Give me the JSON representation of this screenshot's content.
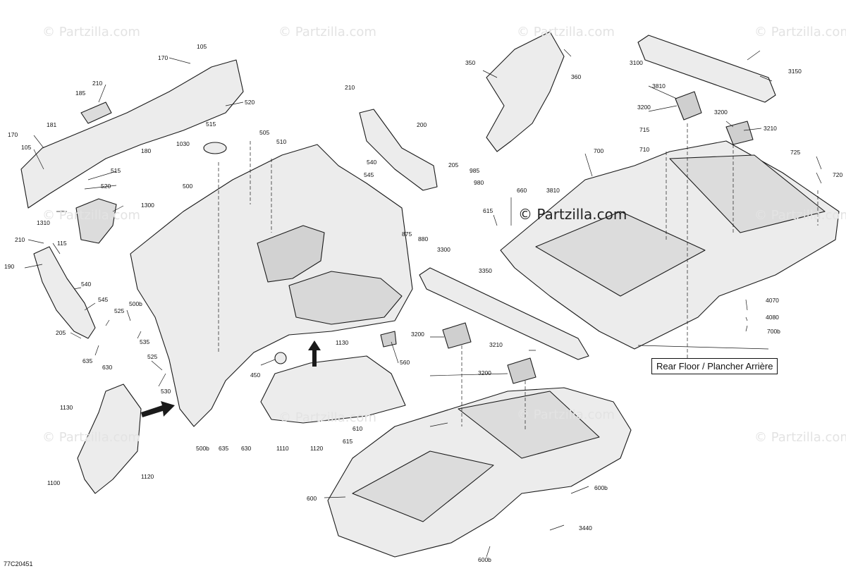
{
  "watermark": {
    "text": "© Partzilla.com",
    "center_text": "© Partzilla.com"
  },
  "section_label": "Rear Floor / Plancher Arrière",
  "document_number": "77C20451",
  "callouts": [
    "105",
    "170",
    "210",
    "185",
    "520",
    "515",
    "170",
    "181",
    "105",
    "180",
    "515",
    "520",
    "1310",
    "1300",
    "210",
    "115",
    "190",
    "540",
    "545",
    "525",
    "500b",
    "535",
    "205",
    "635",
    "630",
    "525",
    "530",
    "1030",
    "500",
    "505",
    "510",
    "450",
    "500b",
    "635",
    "630",
    "350",
    "360",
    "210",
    "200",
    "205",
    "985",
    "540",
    "545",
    "980",
    "875",
    "880",
    "1130",
    "560",
    "1110",
    "1120",
    "1130",
    "1100",
    "1120",
    "610",
    "615",
    "3100",
    "3150",
    "3810",
    "3200",
    "3200",
    "3210",
    "715",
    "710",
    "725",
    "720",
    "700",
    "660",
    "3810",
    "615",
    "3300",
    "3350",
    "4070",
    "4080",
    "700b",
    "3200",
    "3210",
    "3200",
    "600",
    "600b",
    "3440",
    "600b"
  ],
  "colors": {
    "line": "#1a1a1a",
    "part_fill": "#ececec",
    "part_shade": "#cfcfcf",
    "watermark": "#e3e3e3"
  }
}
